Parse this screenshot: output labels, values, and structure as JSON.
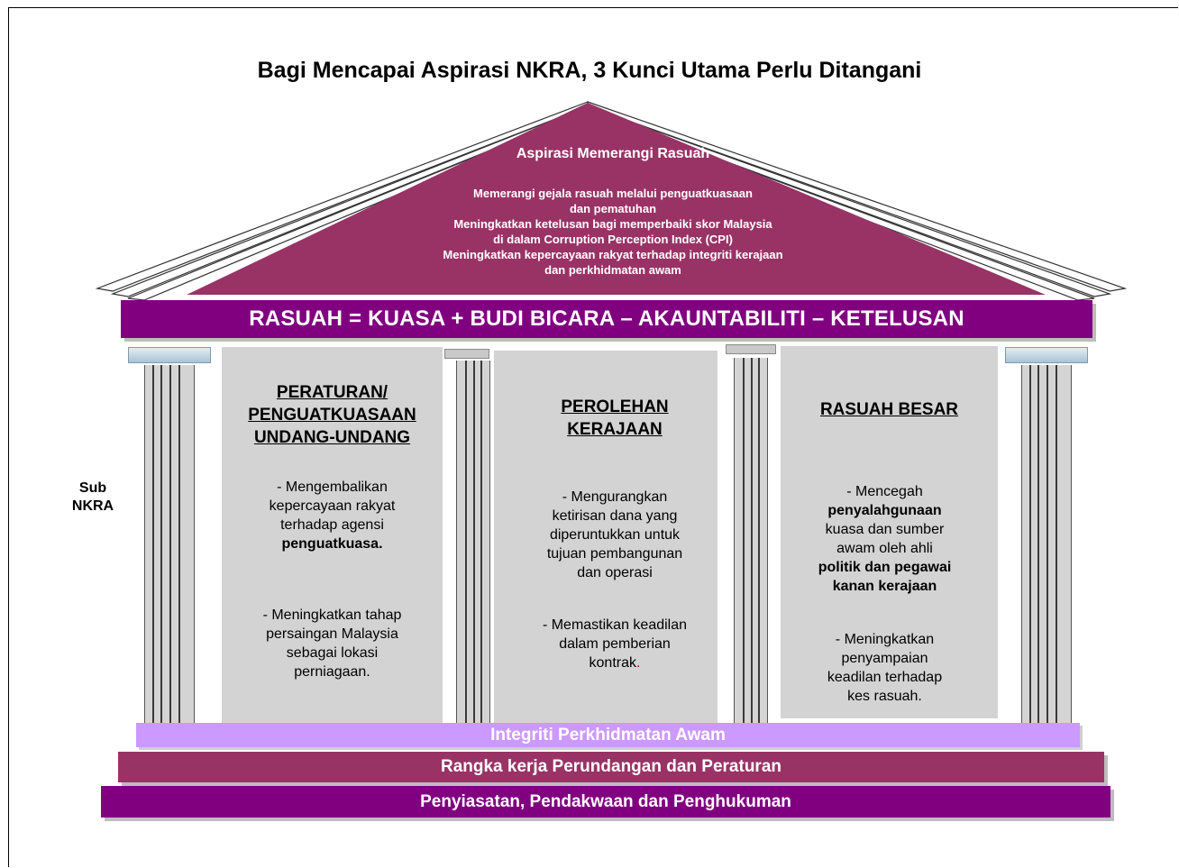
{
  "title": "Bagi Mencapai Aspirasi NKRA, 3 Kunci Utama Perlu Ditangani",
  "roof": {
    "heading": "Aspirasi Memerangi Rasuah",
    "lines": [
      "Memerangi gejala rasuah melalui penguatkuasaan",
      "dan pematuhan",
      "Meningkatkan ketelusan bagi memperbaiki skor Malaysia",
      "di dalam Corruption Perception Index (CPI)",
      "Meningkatkan kepercayaan rakyat terhadap integriti kerajaan",
      "dan perkhidmatan awam"
    ],
    "color": "#993366"
  },
  "beam": {
    "label": "RASUAH = KUASA + BUDI BICARA – AKAUNTABILITI – KETELUSAN",
    "color": "#800080"
  },
  "side_label": [
    "Sub",
    "NKRA"
  ],
  "panels": [
    {
      "title_lines": [
        "PERATURAN/",
        "PENGUATKUASAAN",
        "UNDANG-UNDANG"
      ],
      "b1": {
        "lines": [
          "- Mengembalikan",
          "kepercayaan rakyat",
          "terhadap agensi"
        ],
        "bold": "penguatkuasa."
      },
      "b2": {
        "lines": [
          "- Meningkatkan tahap",
          "persaingan Malaysia",
          "sebagai lokasi",
          "perniagaan."
        ]
      }
    },
    {
      "title_lines": [
        "PEROLEHAN",
        "KERAJAAN"
      ],
      "b1": {
        "lines": [
          "- Mengurangkan",
          "ketirisan dana yang",
          "diperuntukkan untuk",
          "tujuan pembangunan",
          "dan operasi"
        ]
      },
      "b2": {
        "lines": [
          "- Memastikan keadilan",
          "dalam pemberian"
        ],
        "last": "kontrak",
        "last_dot": "."
      }
    },
    {
      "title_lines": [
        "RASUAH BESAR"
      ],
      "b1": {
        "l1": "- Mencegah",
        "bold1": "penyalahgunaan",
        "l2": "kuasa dan sumber",
        "l3": "awam oleh ahli",
        "bold2": "politik dan pegawai",
        "bold3": "kanan kerajaan"
      },
      "b2": {
        "lines": [
          "- Meningkatkan",
          "penyampaian",
          "keadilan terhadap",
          "kes rasuah."
        ]
      }
    }
  ],
  "foundation": {
    "level1": "Integriti Perkhidmatan Awam",
    "level2": "Rangka kerja Perundangan dan Peraturan",
    "level3": "Penyiasatan, Pendakwaan dan Penghukuman",
    "colors": [
      "#cc99ff",
      "#993366",
      "#800080"
    ]
  }
}
